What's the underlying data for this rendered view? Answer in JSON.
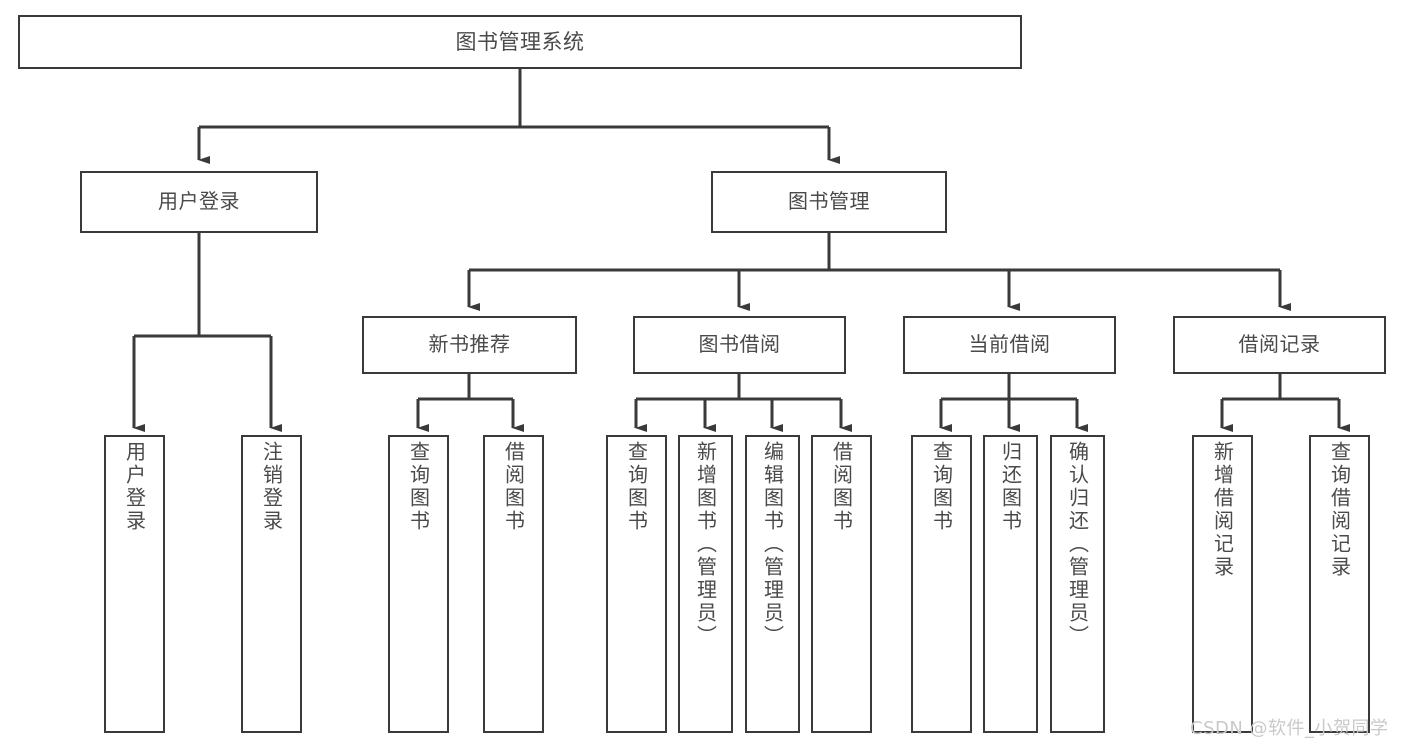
{
  "diagram": {
    "title": "图书管理系统",
    "type": "functional-decomposition-tree",
    "watermark": "CSDN @软件_小贺同学",
    "colors": {
      "box_border": "#3a3a3a",
      "box_fill": "#ffffff",
      "text": "#4a4a4a",
      "connector": "#3a3a3a",
      "watermark": "#c9c9c9",
      "background": "#ffffff"
    },
    "nodes": {
      "root": {
        "label": "图书管理系统"
      },
      "level2": [
        {
          "label": "用户登录"
        },
        {
          "label": "图书管理"
        }
      ],
      "level3": [
        {
          "label": "新书推荐"
        },
        {
          "label": "图书借阅"
        },
        {
          "label": "当前借阅"
        },
        {
          "label": "借阅记录"
        }
      ],
      "leaves": {
        "user_login": [
          {
            "label": "用户登录"
          },
          {
            "label": "注销登录"
          }
        ],
        "new_book_recommend": [
          {
            "label": "查询图书"
          },
          {
            "label": "借阅图书"
          }
        ],
        "book_borrow": [
          {
            "label": "查询图书"
          },
          {
            "label": "新增图书（管理员）"
          },
          {
            "label": "编辑图书（管理员）"
          },
          {
            "label": "借阅图书"
          }
        ],
        "current_borrow": [
          {
            "label": "查询图书"
          },
          {
            "label": "归还图书"
          },
          {
            "label": "确认归还（管理员）"
          }
        ],
        "borrow_record": [
          {
            "label": "新增借阅记录"
          },
          {
            "label": "查询借阅记录"
          }
        ]
      }
    }
  }
}
